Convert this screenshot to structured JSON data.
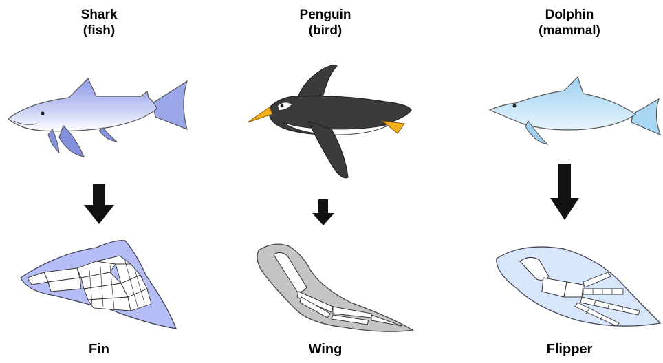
{
  "columns": [
    {
      "id": "shark",
      "name": "Shark",
      "group": "(fish)",
      "limb": "Fin"
    },
    {
      "id": "penguin",
      "name": "Penguin",
      "group": "(bird)",
      "limb": "Wing"
    },
    {
      "id": "dolphin",
      "name": "Dolphin",
      "group": "(mammal)",
      "limb": "Flipper"
    }
  ],
  "colors": {
    "shark_body": "#aab4ec",
    "shark_belly": "#ffffff",
    "penguin_body": "#3b3b3b",
    "penguin_belly": "#ffffff",
    "penguin_beak": "#f2b01e",
    "dolphin_body": "#bfe3f7",
    "fin_bg": "#b4bdf5",
    "wing_bg": "#bdbdbd",
    "flipper_bg": "#d8e6fb",
    "bone": "#ffffff",
    "outline": "#333333",
    "arrow": "#111111"
  }
}
